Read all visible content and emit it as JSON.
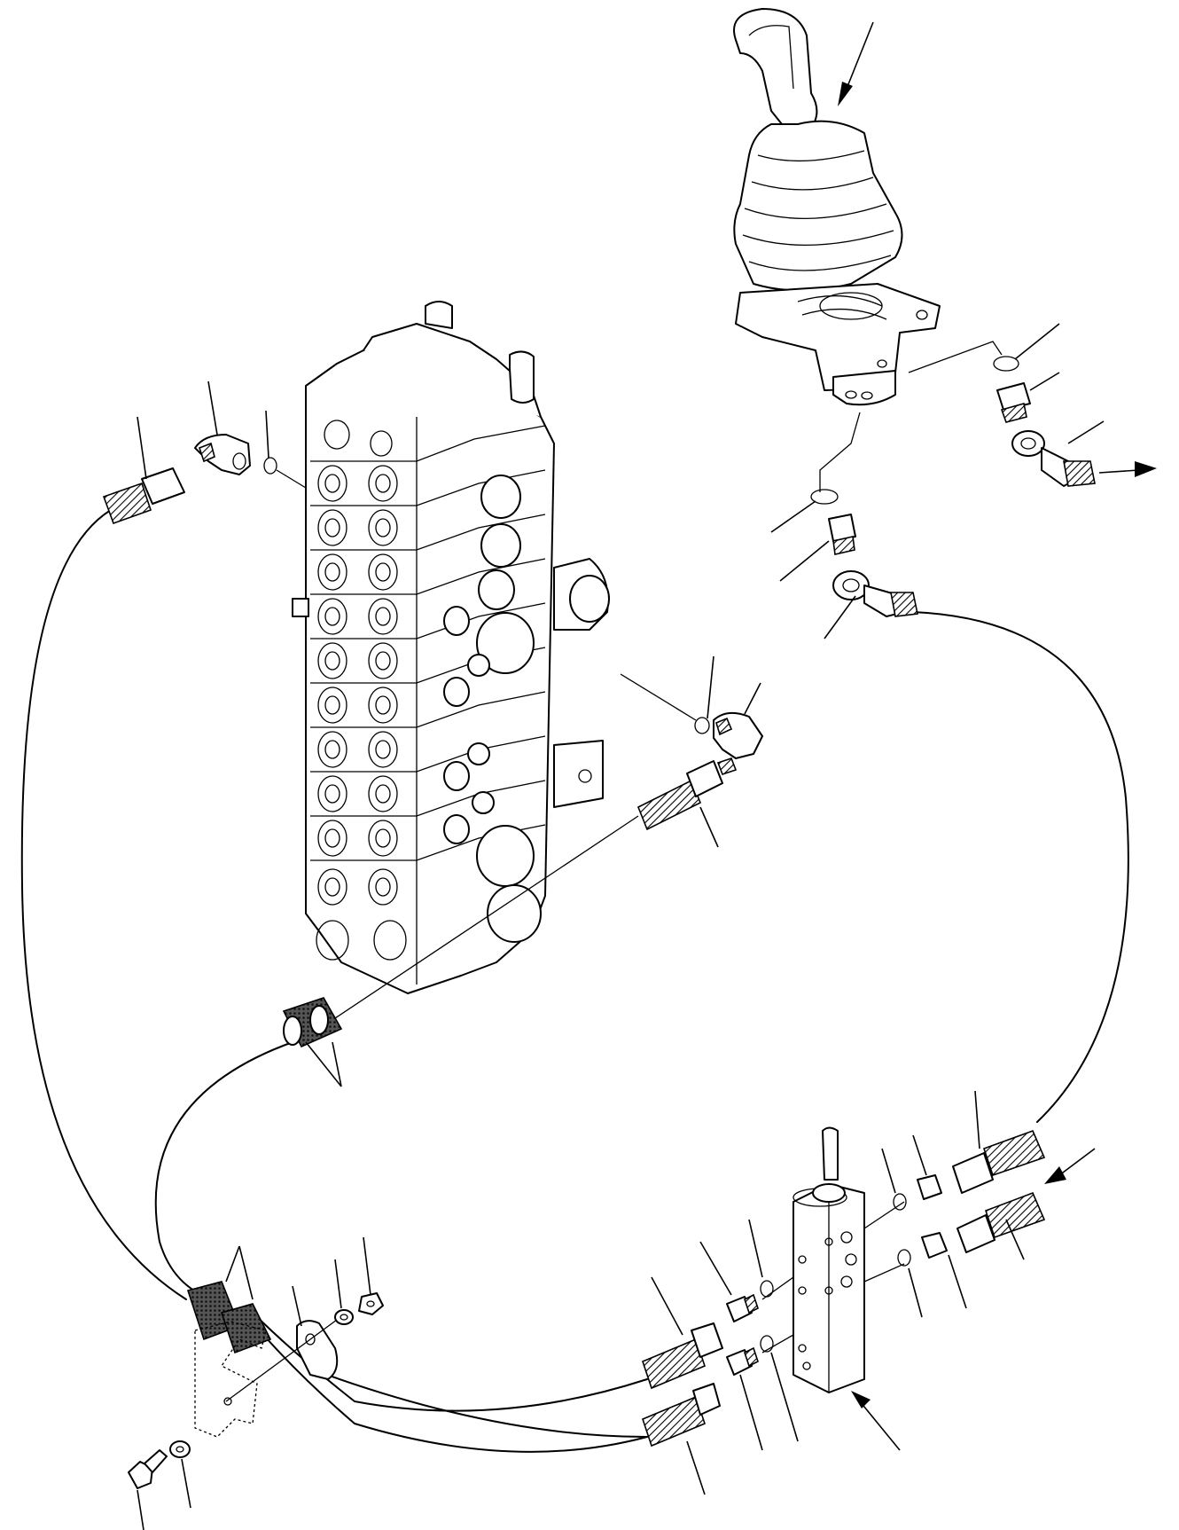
{
  "diagram": {
    "kind": "exploded-parts-view",
    "labels": [],
    "components": [
      "control-valve",
      "joystick-lever",
      "selector-valve",
      "hoses",
      "elbow-fittings",
      "adapters",
      "o-rings",
      "hose-clamp",
      "bolt",
      "washers",
      "nut"
    ]
  }
}
